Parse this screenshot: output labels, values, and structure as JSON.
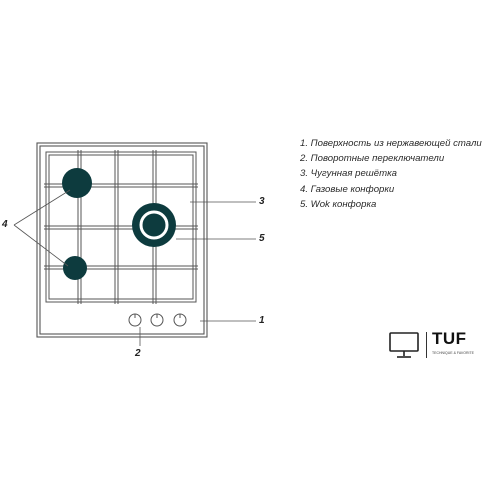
{
  "legend": [
    "1. Поверхность из нержавеющей стали",
    "2. Поворотные переключатели",
    "3. Чугунная решётка",
    "4. Газовые конфорки",
    "5. Wok конфорка"
  ],
  "callouts": {
    "c1": "1",
    "c2": "2",
    "c3": "3",
    "c4": "4",
    "c5": "5"
  },
  "logo": {
    "name": "TUF",
    "tagline": "TECHNIQUE & FAVORITE"
  },
  "colors": {
    "line": "#555555",
    "burner": "#0d3b3e",
    "wok_ring": "#ffffff"
  },
  "icons": [
    "monitor-icon"
  ]
}
